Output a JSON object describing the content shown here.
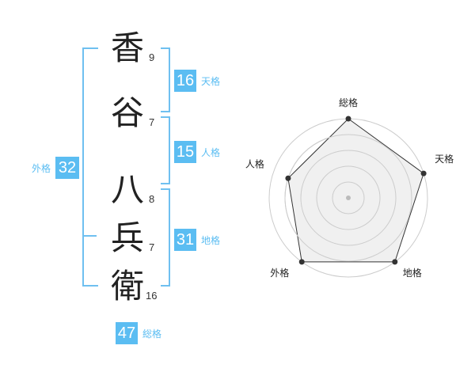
{
  "name": {
    "characters": [
      {
        "char": "香",
        "strokes": "9"
      },
      {
        "char": "谷",
        "strokes": "7"
      },
      {
        "char": "八",
        "strokes": "8"
      },
      {
        "char": "兵",
        "strokes": "7"
      },
      {
        "char": "衛",
        "strokes": "16"
      }
    ]
  },
  "kaku": {
    "tenkaku": {
      "value": "16",
      "label": "天格"
    },
    "jinkaku": {
      "value": "15",
      "label": "人格"
    },
    "chikaku": {
      "value": "31",
      "label": "地格"
    },
    "gaikaku": {
      "value": "32",
      "label": "外格"
    },
    "soukaku": {
      "value": "47",
      "label": "総格"
    }
  },
  "radar": {
    "axes": [
      "総格",
      "天格",
      "地格",
      "外格",
      "人格"
    ],
    "levels": 5,
    "values": [
      5,
      5,
      5,
      5,
      4
    ],
    "max": 5,
    "colors": {
      "fill": "#f0f0f0",
      "grid": "#cccccc",
      "line": "#333333",
      "point": "#333333",
      "center": "#bbbbbb"
    }
  },
  "colors": {
    "accent": "#5bbdf2",
    "bracket": "#6fc0f0"
  }
}
